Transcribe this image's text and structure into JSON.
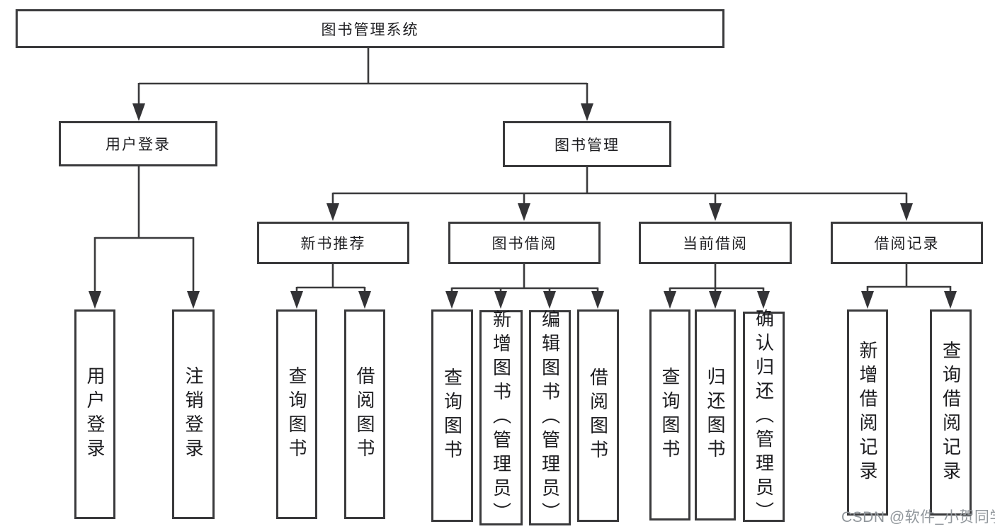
{
  "diagram": {
    "root": {
      "label": "图书管理系统"
    },
    "level2": {
      "user_login": {
        "label": "用户登录"
      },
      "book_management": {
        "label": "图书管理"
      }
    },
    "level3": {
      "new_book_recommend": {
        "label": "新书推荐"
      },
      "book_borrow": {
        "label": "图书借阅"
      },
      "current_borrow": {
        "label": "当前借阅"
      },
      "borrow_records": {
        "label": "借阅记录"
      }
    },
    "leaves": {
      "user_login": [
        "用户登录",
        "注销登录"
      ],
      "new_book_recommend": [
        "查询图书",
        "借阅图书"
      ],
      "book_borrow": [
        "查询图书",
        "新增图书（管理员）",
        "编辑图书（管理员）",
        "借阅图书"
      ],
      "current_borrow": [
        "查询图书",
        "归还图书",
        "确认归还（管理员）"
      ],
      "borrow_records": [
        "新增借阅记录",
        "查询借阅记录"
      ]
    }
  },
  "watermark": {
    "text": "CSDN @软件_小贺同学"
  },
  "colors": {
    "line": "#3a3a3c",
    "text": "#1d1d20",
    "watermark": "#90969b",
    "background": "#ffffff"
  }
}
